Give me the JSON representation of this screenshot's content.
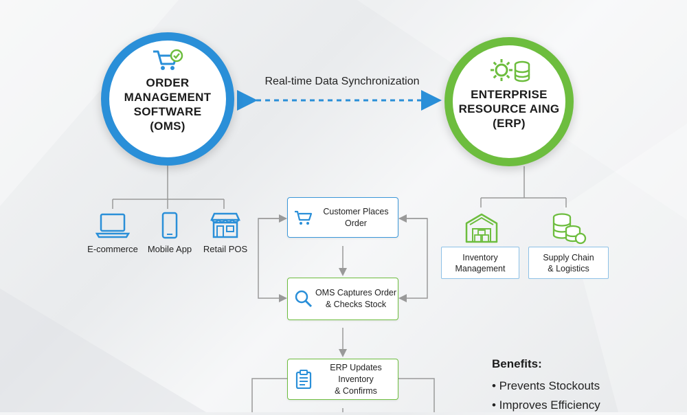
{
  "oms": {
    "title": "ORDER\nMANAGEMENT\nSOFTWARE\n(OMS)",
    "icon": "cart-check-icon",
    "color": "#2a8fd8"
  },
  "erp": {
    "title": "ENTERPRISE\nRESOURCE AING\n(ERP)",
    "icon": "gear-database-icon",
    "color": "#6dbd3e"
  },
  "sync": {
    "label": "Real-time Data Synchronization"
  },
  "channels": [
    {
      "label": "E-commerce",
      "icon": "laptop-icon"
    },
    {
      "label": "Mobile App",
      "icon": "smartphone-icon"
    },
    {
      "label": "Retail POS",
      "icon": "storefront-icon"
    }
  ],
  "flow": [
    {
      "label": "Customer Places\nOrder",
      "icon": "cart-icon"
    },
    {
      "label": "OMS Captures Order\n& Checks Stock",
      "icon": "magnifier-icon"
    },
    {
      "label": "ERP Updates Inventory\n& Confirms",
      "icon": "clipboard-icon"
    }
  ],
  "erp_modules": [
    {
      "label": "Inventory\nManagement",
      "icon": "warehouse-icon"
    },
    {
      "label": "Supply Chain\n& Logistics",
      "icon": "coins-icon"
    }
  ],
  "benefits": {
    "heading": "Benefits:",
    "items": [
      "• Prevents Stockouts",
      "• Improves Efficiency"
    ]
  }
}
